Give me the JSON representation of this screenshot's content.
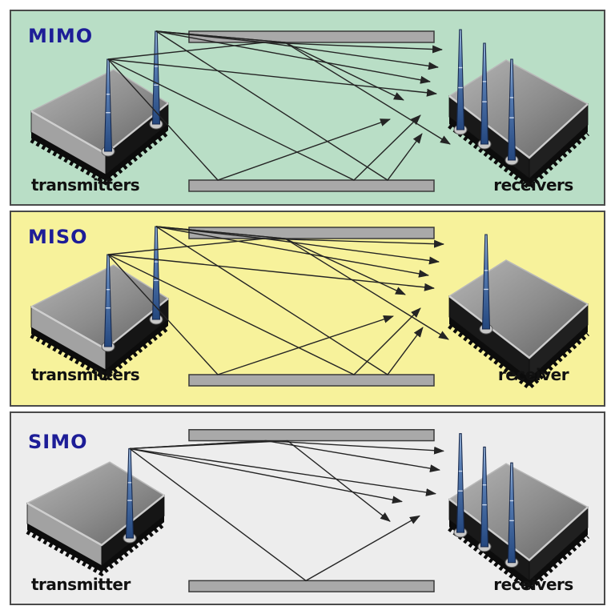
{
  "diagram": {
    "panels": [
      {
        "title": "MIMO",
        "bg": "#b9dec6",
        "tx_label": "transmitters",
        "rx_label": "receivers",
        "tx_antenna_count": 2,
        "rx_antenna_count": 3,
        "signal_arrow_count": 9
      },
      {
        "title": "MISO",
        "bg": "#f7f29b",
        "tx_label": "transmitters",
        "rx_label": "receiver",
        "tx_antenna_count": 2,
        "rx_antenna_count": 1,
        "signal_arrow_count": 9
      },
      {
        "title": "SIMO",
        "bg": "#ededed",
        "tx_label": "transmitter",
        "rx_label": "receivers",
        "tx_antenna_count": 1,
        "rx_antenna_count": 3,
        "signal_arrow_count": 6
      }
    ],
    "colors": {
      "title_text": "#1d1d97",
      "label_text": "#111111",
      "panel_border": "#4a4a4a",
      "reflector_fill": "#a9a9a9",
      "reflector_border": "#3a3a3a",
      "signal_line": "#242424",
      "antenna_blue": "#3b64a8",
      "device_gray": "#8c8c8c",
      "page_background": "#ffffff"
    }
  }
}
